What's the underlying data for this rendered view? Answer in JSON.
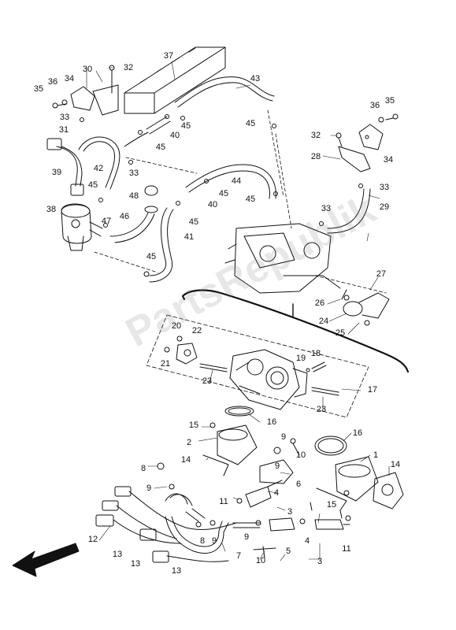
{
  "watermark": "PartsRepublik",
  "callouts": {
    "n1": "1",
    "n2": "2",
    "n3a": "3",
    "n3b": "3",
    "n4a": "4",
    "n4b": "4",
    "n5": "5",
    "n6": "6",
    "n7": "7",
    "n8a": "8",
    "n8b": "8",
    "n9a": "9",
    "n9b": "9",
    "n9c": "9",
    "n9d": "9",
    "n9e": "9",
    "n10a": "10",
    "n10b": "10",
    "n11a": "11",
    "n11b": "11",
    "n12": "12",
    "n13a": "13",
    "n13b": "13",
    "n13c": "13",
    "n14a": "14",
    "n14b": "14",
    "n15a": "15",
    "n15b": "15",
    "n16a": "16",
    "n16b": "16",
    "n17": "17",
    "n18": "18",
    "n19": "19",
    "n20": "20",
    "n21": "21",
    "n22": "22",
    "n23a": "23",
    "n23b": "23",
    "n24": "24",
    "n25": "25",
    "n26": "26",
    "n27": "27",
    "n28": "28",
    "n29": "29",
    "n30": "30",
    "n31": "31",
    "n32a": "32",
    "n32b": "32",
    "n33a": "33",
    "n33b": "33",
    "n33c": "33",
    "n33d": "33",
    "n34a": "34",
    "n34b": "34",
    "n35a": "35",
    "n35b": "35",
    "n36a": "36",
    "n36b": "36",
    "n37": "37",
    "n38": "38",
    "n39": "39",
    "n40a": "40",
    "n40b": "40",
    "n41": "41",
    "n42": "42",
    "n43": "43",
    "n44": "44",
    "n45a": "45",
    "n45b": "45",
    "n45c": "45",
    "n45d": "45",
    "n45e": "45",
    "n45f": "45",
    "n45g": "45",
    "n46": "46",
    "n47": "47",
    "n48": "48"
  }
}
